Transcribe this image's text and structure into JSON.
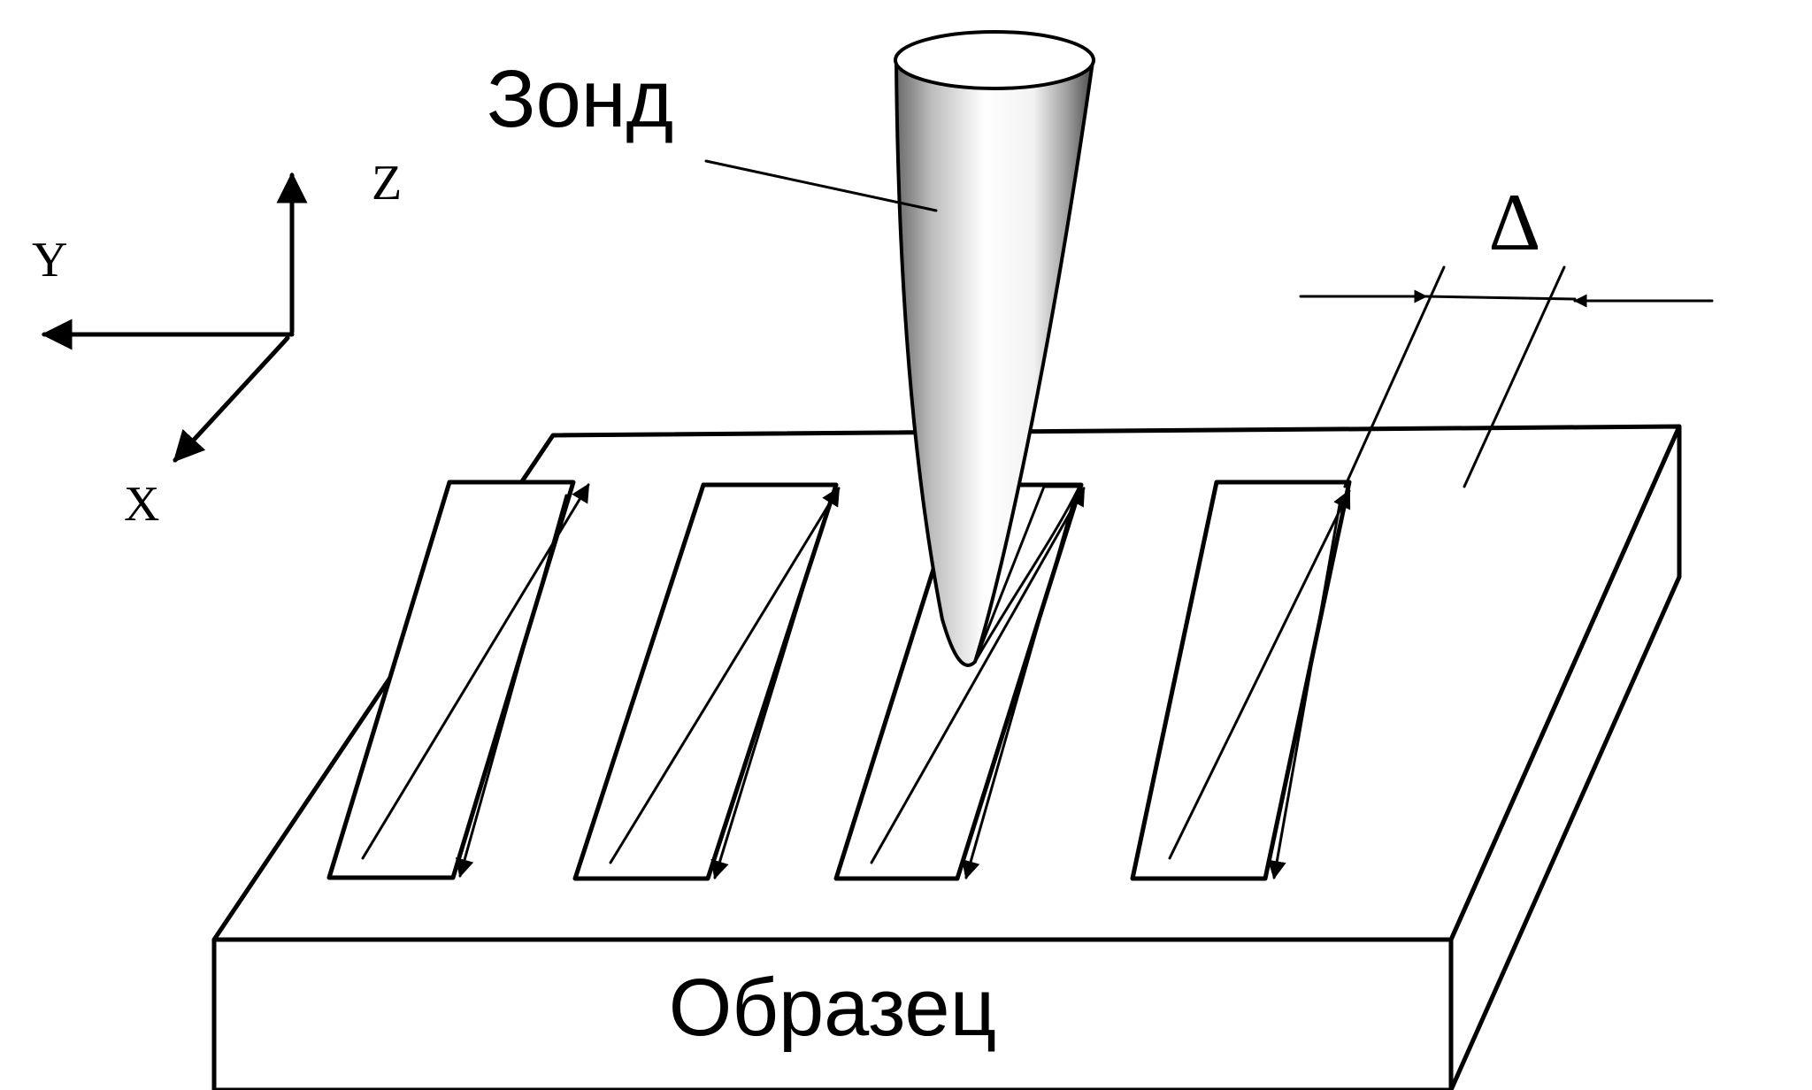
{
  "labels": {
    "probe": "Зонд",
    "sample": "Образец",
    "delta": "Δ",
    "axis_z": "Z",
    "axis_y": "Y",
    "axis_x": "X"
  },
  "colors": {
    "ink": "#000000",
    "paper": "#ffffff"
  }
}
